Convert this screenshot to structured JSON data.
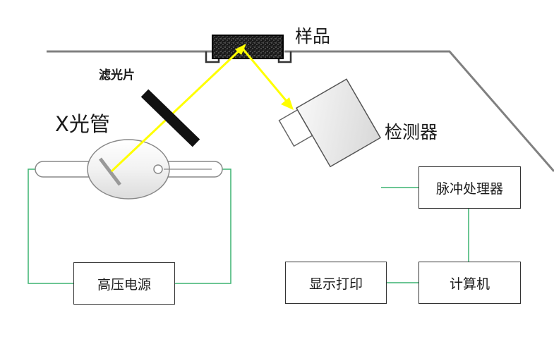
{
  "labels": {
    "sample": "样品",
    "filter": "滤光片",
    "xray_tube": "X光管",
    "detector": "检测器"
  },
  "boxes": {
    "high_voltage": "高压电源",
    "pulse_processor": "脉冲处理器",
    "display_print": "显示打印",
    "computer": "计算机"
  },
  "colors": {
    "beam": "#ffff00",
    "wire": "#3cb371",
    "frame": "#808080",
    "filter": "#111111"
  }
}
